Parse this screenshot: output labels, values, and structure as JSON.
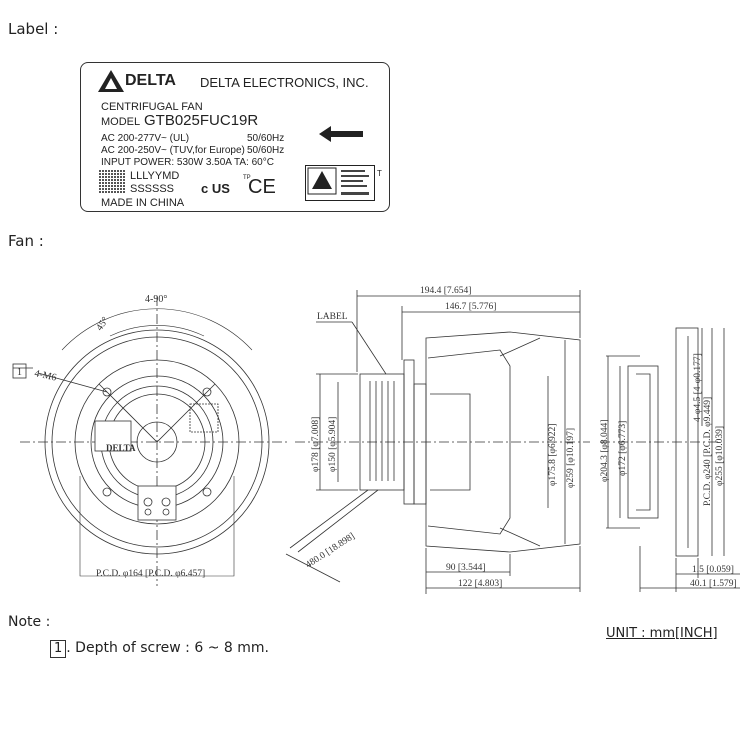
{
  "headings": {
    "label": "Label :",
    "fan": "Fan :",
    "note": "Note :"
  },
  "label": {
    "brand_logo": "DELTA",
    "company": "DELTA ELECTRONICS, INC.",
    "product_type": "CENTRIFUGAL FAN",
    "model_prefix": "MODEL",
    "model": "GTB025FUC19R",
    "line1_left": "AC 200-277V~ (UL)",
    "line1_right": "50/60Hz",
    "line2_left": "AC 200-250V~ (TUV,for Europe)",
    "line2_right": "50/60Hz",
    "input_power": "INPUT POWER: 530W  3.50A  TA: 60°C",
    "date_code": "LLLYYMD",
    "serial_code": "SSSSSS",
    "origin": "MADE IN CHINA",
    "tp_mark": "TP",
    "t_mark": "T",
    "ce_mark": "CE",
    "ul_mark": "c US"
  },
  "drawing": {
    "front_view": {
      "angle_top": "4-90°",
      "angle_45": "45°",
      "callout_num": "1",
      "screw_label": "4-M6",
      "logo": "DELTA",
      "pcd_label": "P.C.D. φ164 [P.C.D. φ6.457]"
    },
    "side_view": {
      "label_callout": "LABEL",
      "dim_total_length": "194.4 [7.654]",
      "dim_impeller_length": "146.7 [5.776]",
      "dim_d178": "φ178 [φ7.008]",
      "dim_d150": "φ150 [φ5.904]",
      "dim_d175": "φ175.8 [φ6.922]",
      "dim_d259": "φ259 [φ10.197]",
      "dim_cable": "480.0 [18.898]",
      "dim_90": "90 [3.544]",
      "dim_122": "122 [4.803]"
    },
    "flange_view": {
      "dim_d204": "φ204.3 [φ8.044]",
      "dim_d172": "φ172 [φ6.773]",
      "dim_holes": "4-φ4.5 [4-φ0.177]",
      "dim_pcd240": "P.C.D. φ240 [P.C.D. φ9.449]",
      "dim_d255": "φ255 [φ10.039]",
      "dim_1_5": "1.5 [0.059]",
      "dim_40_1": "40.1 [1.579]"
    }
  },
  "note": {
    "num": "1",
    "text": ". Depth of screw : 6 ~ 8 mm."
  },
  "unit": "UNIT : mm[INCH]"
}
